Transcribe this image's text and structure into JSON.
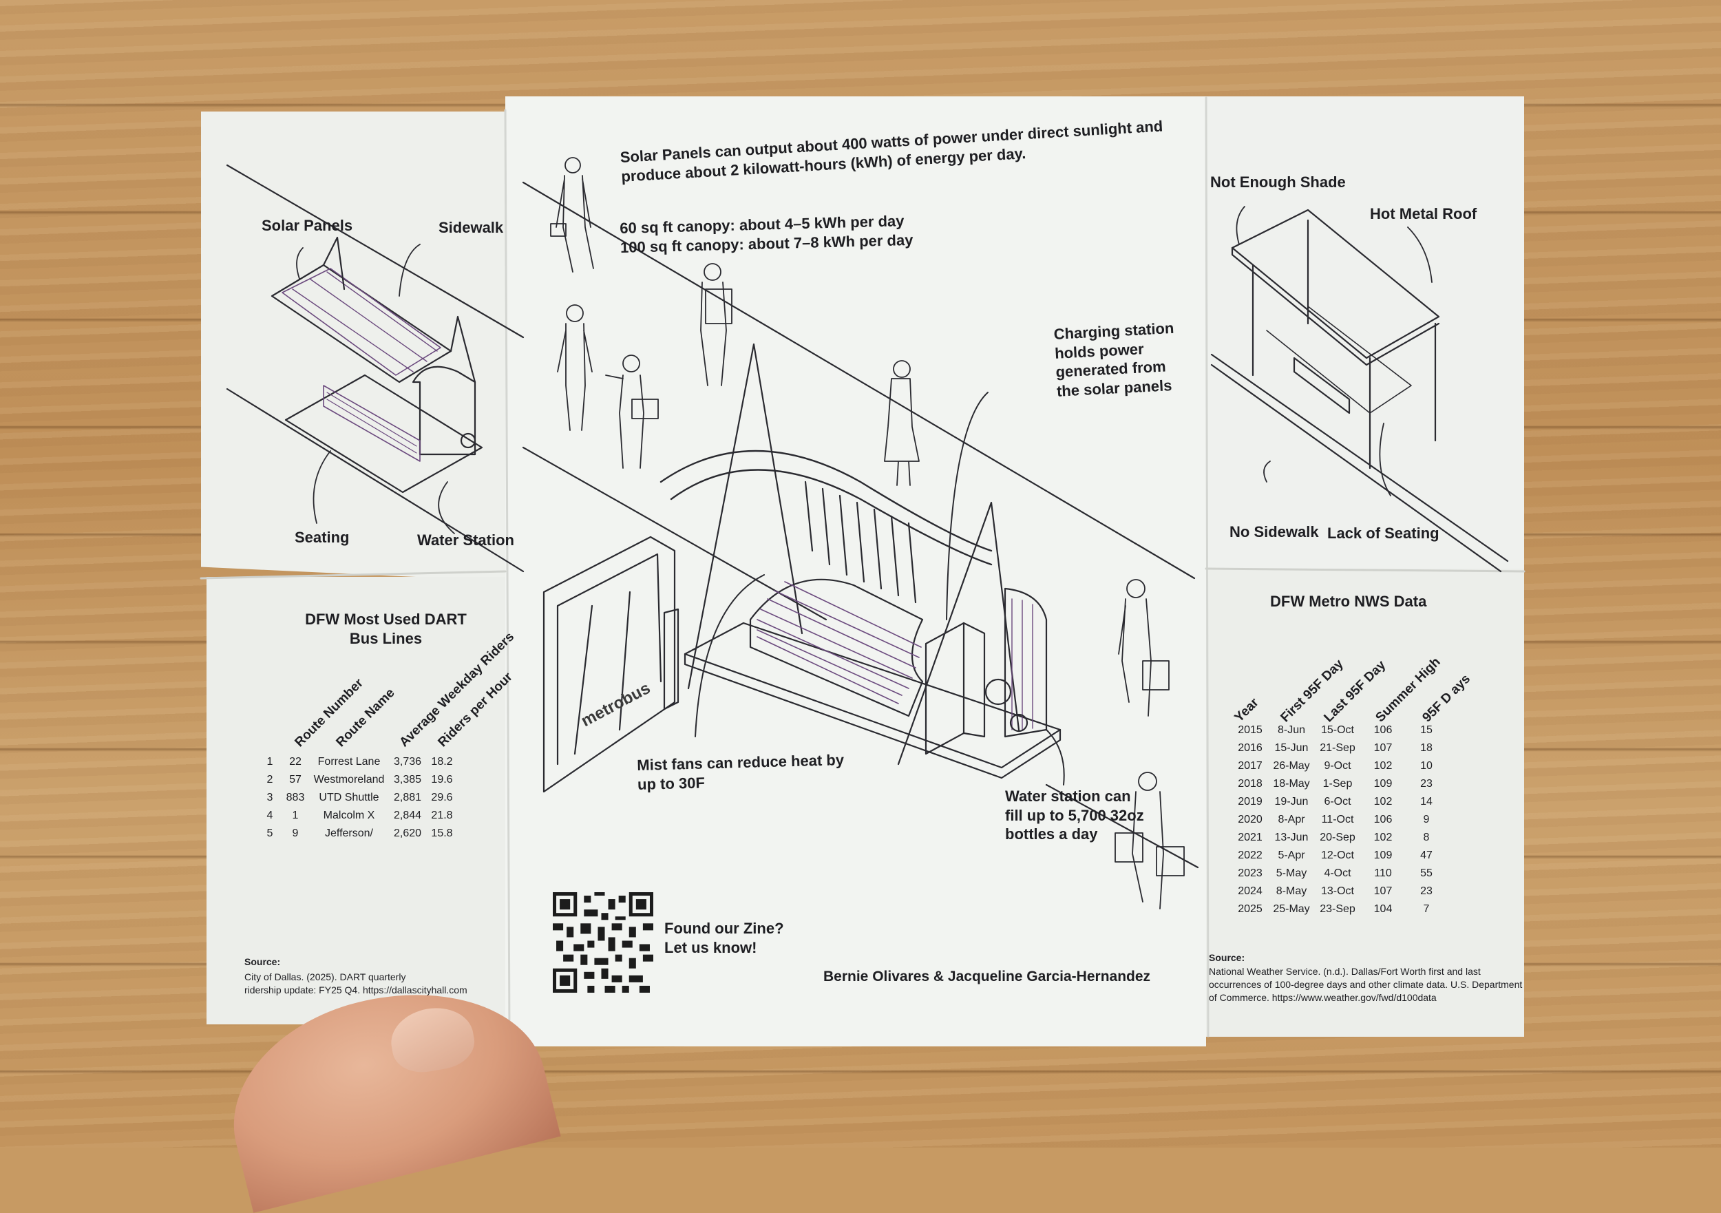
{
  "left_panel": {
    "labels": {
      "solar_panels": "Solar Panels",
      "sidewalk": "Sidewalk",
      "seating": "Seating",
      "water_station": "Water Station"
    }
  },
  "center_panel": {
    "solar_text_1": "Solar Panels can output about 400 watts of power under direct sunlight and",
    "solar_text_2": "produce about 2 kilowatt-hours (kWh) of energy per day.",
    "canopy_60": "60 sq ft canopy: about 4–5 kWh per day",
    "canopy_100": "100 sq ft canopy: about 7–8 kWh per day",
    "charging_1": "Charging station",
    "charging_2": "holds power",
    "charging_3": "generated from",
    "charging_4": "the solar panels",
    "mist_1": "Mist fans can reduce heat by",
    "mist_2": "up to 30F",
    "water_1": "Water station can",
    "water_2": "fill up to 5,700 32oz",
    "water_3": "bottles a day",
    "bus_sign": "metrobus",
    "found_1": "Found our Zine?",
    "found_2": "Let us know!",
    "authors": "Bernie Olivares & Jacqueline Garcia-Hernandez"
  },
  "right_panel": {
    "labels": {
      "not_enough_shade": "Not Enough Shade",
      "hot_metal_roof": "Hot Metal Roof",
      "no_sidewalk": "No Sidewalk",
      "lack_of_seating": "Lack of Seating"
    }
  },
  "dart_table": {
    "title_1": "DFW Most Used DART",
    "title_2": "Bus Lines",
    "headers": [
      "Route Number",
      "Route Name",
      "Average Weekday Riders",
      "Riders per Hour"
    ],
    "rows": [
      [
        "1",
        "22",
        "Forrest Lane",
        "3,736",
        "18.2"
      ],
      [
        "2",
        "57",
        "Westmoreland",
        "3,385",
        "19.6"
      ],
      [
        "3",
        "883",
        "UTD Shuttle",
        "2,881",
        "29.6"
      ],
      [
        "4",
        "1",
        "Malcolm X",
        "2,844",
        "21.8"
      ],
      [
        "5",
        "9",
        "Jefferson/",
        "2,620",
        "15.8"
      ]
    ],
    "source_label": "Source:",
    "source_1": "City of Dallas. (2025). DART quarterly",
    "source_2": "ridership update: FY25 Q4. https://dallascityhall.com"
  },
  "nws_table": {
    "title": "DFW Metro NWS Data",
    "headers": [
      "Year",
      "First 95F Day",
      "Last 95F Day",
      "Summer High",
      "95F D ays"
    ],
    "rows": [
      [
        "2015",
        "8-Jun",
        "15-Oct",
        "106",
        "15"
      ],
      [
        "2016",
        "15-Jun",
        "21-Sep",
        "107",
        "18"
      ],
      [
        "2017",
        "26-May",
        "9-Oct",
        "102",
        "10"
      ],
      [
        "2018",
        "18-May",
        "1-Sep",
        "109",
        "23"
      ],
      [
        "2019",
        "19-Jun",
        "6-Oct",
        "102",
        "14"
      ],
      [
        "2020",
        "8-Apr",
        "11-Oct",
        "106",
        "9"
      ],
      [
        "2021",
        "13-Jun",
        "20-Sep",
        "102",
        "8"
      ],
      [
        "2022",
        "5-Apr",
        "12-Oct",
        "109",
        "47"
      ],
      [
        "2023",
        "5-May",
        "4-Oct",
        "110",
        "55"
      ],
      [
        "2024",
        "8-May",
        "13-Oct",
        "107",
        "23"
      ],
      [
        "2025",
        "25-May",
        "23-Sep",
        "104",
        "7"
      ]
    ],
    "source_label": "Source:",
    "source_1": "National Weather Service. (n.d.). Dallas/Fort Worth first and last",
    "source_2": "occurrences of 100-degree days and other climate data. U.S. Department",
    "source_3": "of Commerce. https://www.weather.gov/fwd/d100data"
  },
  "colors": {
    "wood": "#c79a63",
    "paper": "#f2f4f1",
    "ink": "#1e1e22",
    "accent_purple": "#6b4a7e"
  }
}
